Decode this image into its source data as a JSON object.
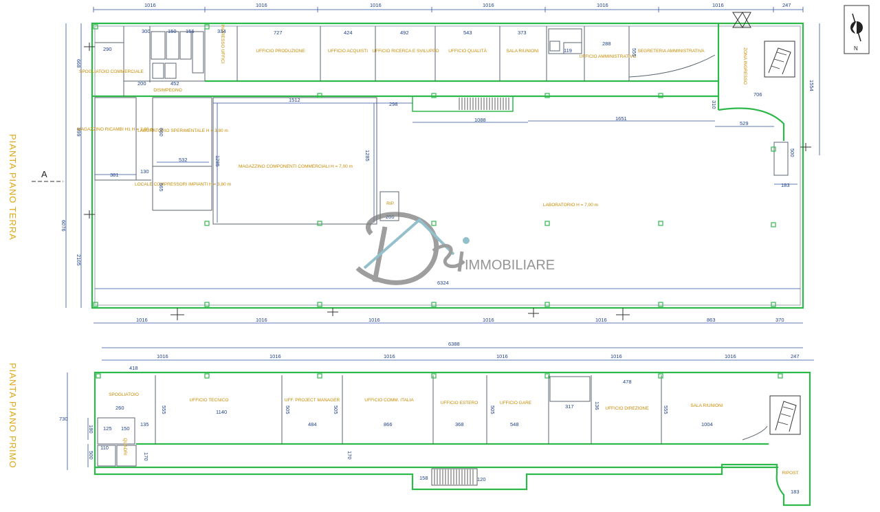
{
  "side_labels": {
    "ground": "PIANTA PIANO TERRA",
    "first": "PIANTA PIANO PRIMO"
  },
  "section_marker": "A",
  "compass_label": "N",
  "watermark": {
    "brand": "IMMOBILIARE"
  },
  "ground_floor": {
    "top_dims": [
      "1016",
      "1016",
      "1016",
      "1016",
      "1016",
      "1016",
      "247"
    ],
    "bottom_dims": [
      "1016",
      "1016",
      "1016",
      "1016",
      "1016",
      "863",
      "370"
    ],
    "left_dims": [
      "668",
      "899",
      "6076",
      "2105"
    ],
    "right_dims": [
      "1554"
    ],
    "rooms": {
      "ufficio_produzione": "UFFICIO PRODUZIONE",
      "ufficio_acquisti": "UFFICIO ACQUISTI",
      "ufficio_ricerca": "UFFICIO RICERCA E SVILUPPO",
      "ufficio_qualita": "UFFICIO QUALITÀ",
      "sala_riunioni": "SALA RIUNIONI",
      "ufficio_amministrativo": "UFFICIO AMMINISTRATIVO",
      "segreteria": "SEGRETERIA AMMINISTRATIVA",
      "zona_ingresso": "ZONA INGRESSO",
      "spogliatoio_commerciale": "SPOGLIATOIO COMMERCIALE",
      "disimpegno": "DISIMPEGNO",
      "ingresso_uffici": "INGRESSO UFFICI",
      "magazzino_ricambi": "MAGAZZINO RICAMBI H1 H = 3,80 m",
      "laboratorio_sperimentale": "LABORATORIO SPERIMENTALE H = 3,80 m",
      "locale_compressori": "LOCALE COMPRESSORI IMPIANTI H = 3,80 m",
      "magazzino_componenti": "MAGAZZINO COMPONENTI COMMERCIALI H = 7,00 m",
      "rip": "RIP.",
      "laboratorio": "LABORATORIO H = 7,00 m"
    },
    "inner_dims": {
      "d727": "727",
      "d424": "424",
      "d492": "492",
      "d543": "543",
      "d373": "373",
      "d334": "334",
      "d300": "300",
      "d150": "150",
      "d156": "156",
      "d290": "290",
      "d200a": "200",
      "d452": "452",
      "d1512": "1512",
      "d298": "298",
      "d1088": "1088",
      "d1651": "1651",
      "d529": "529",
      "d706": "706",
      "d288": "288",
      "d381": "381",
      "d130": "130",
      "d532": "532",
      "d1285a": "1285",
      "d1285b": "1285",
      "d200b": "200",
      "d183": "183",
      "d6324": "6324",
      "d119": "119",
      "d555": "555",
      "d660": "660",
      "d565": "565",
      "d500": "500",
      "d310": "310"
    }
  },
  "first_floor": {
    "total_dim": "6388",
    "top_dims": [
      "1016",
      "1016",
      "1016",
      "1016",
      "1016",
      "1016",
      "247"
    ],
    "left_dims": [
      "730",
      "180",
      "500"
    ],
    "rooms": {
      "spogliatoio": "SPOGLIATOIO",
      "ufficio_tecnico": "UFFICIO TECNICO",
      "uff_project": "UFF. PROJECT MANAGER",
      "ufficio_comm": "UFFICIO COMM. ITALIA",
      "ufficio_estero": "UFFICIO ESTERO",
      "ufficio_gare": "UFFICIO GARE",
      "ufficio_direzione": "UFFICIO DIREZIONE",
      "sala_riunioni": "SALA RIUNIONI",
      "ripost": "RIPOST.",
      "quadri": "QUADRI"
    },
    "inner_dims": {
      "d418": "418",
      "d260": "260",
      "d125": "125",
      "d150": "150",
      "d135": "135",
      "d1140": "1140",
      "d484": "484",
      "d866": "866",
      "d368": "368",
      "d548": "548",
      "d317": "317",
      "d478": "478",
      "d1004": "1004",
      "d170a": "170",
      "d170b": "170",
      "d158": "158",
      "d120": "120",
      "d183": "183",
      "d555a": "555",
      "d555b": "555",
      "d505a": "505",
      "d505b": "505",
      "d505c": "505",
      "d136": "136",
      "d110": "110"
    }
  }
}
